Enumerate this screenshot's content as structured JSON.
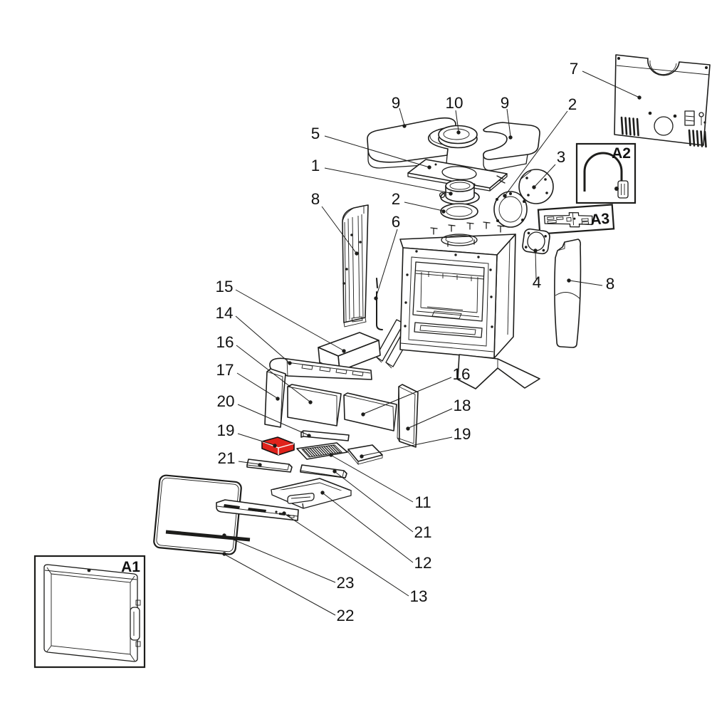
{
  "diagram_type": "exploded-parts-diagram",
  "colors": {
    "line": "#1d1d1b",
    "background": "#ffffff",
    "highlight_red": "#e0231c"
  },
  "highlighted_callout": "19",
  "callouts": {
    "c1": "1",
    "c2_top": "2",
    "c2_mid": "2",
    "c3": "3",
    "c4": "4",
    "c5": "5",
    "c6": "6",
    "c7": "7",
    "c8_left": "8",
    "c8_right": "8",
    "c9_left": "9",
    "c9_right": "9",
    "c10": "10",
    "c11": "11",
    "c12": "12",
    "c13": "13",
    "c14": "14",
    "c15": "15",
    "c16_left": "16",
    "c16_right": "16",
    "c17": "17",
    "c18": "18",
    "c19_left": "19",
    "c19_right": "19",
    "c20": "20",
    "c21_left": "21",
    "c21_right": "21",
    "c22": "22",
    "c23": "23"
  },
  "insets": {
    "a1": "A1",
    "a2": "A2",
    "a3": "A3"
  }
}
